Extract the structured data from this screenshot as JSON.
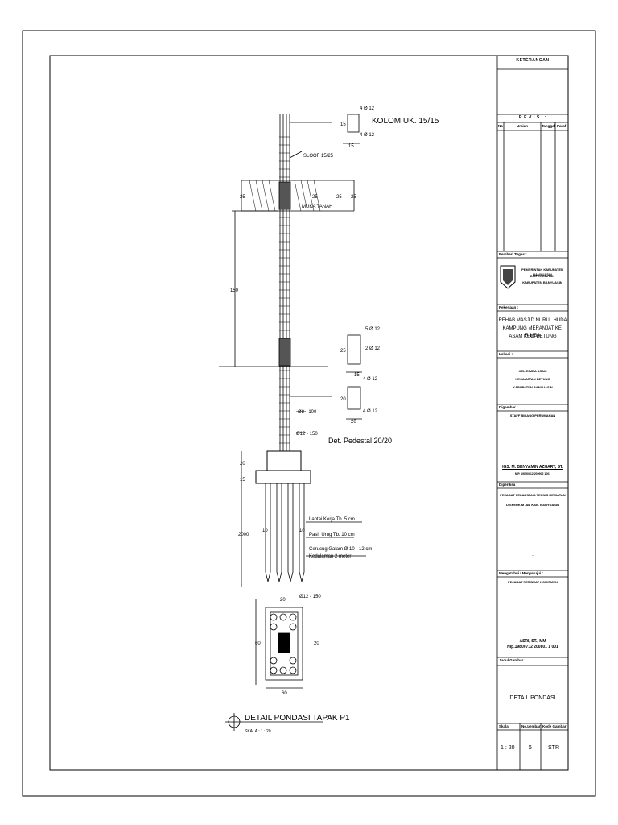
{
  "drawing": {
    "kolom_title": "KOLOM UK. 15/15",
    "kolom_bar_top": "4 Ø 12",
    "kolom_bar_bottom": "4 Ø 12",
    "kolom_dim_h": "15",
    "kolom_dim_w": "15",
    "sloof": "SLOOF 15/25",
    "muka_tanah": "MUKA TANAH",
    "dim_25_a": "25",
    "dim_25_b": "25",
    "dim_25_c": "25",
    "dim_25_d": "25",
    "dim_150": "150",
    "ped_bar_top": "5 Ø 12",
    "ped_bar_mid": "2 Ø 12",
    "ped_dim_25": "25",
    "ped_dim_15": "15",
    "ped2_bar_top": "4 Ø 12",
    "ped2_bar_bottom": "4 Ø 12",
    "ped2_dim_20": "20",
    "ped2_dim_20b": "20",
    "stirrup": "Ø8 - 100",
    "bar_spacing": "Ø12 - 150",
    "pedestal_title": "Det. Pedestal 20/20",
    "dim_20": "20",
    "dim_15": "15",
    "dim_2000": "2000",
    "dim_10a": "10",
    "dim_10b": "10",
    "lantai_kerja": "Lantai Kerja Tb. 5 cm",
    "pasir_urug": "Pasir Urug Tb. 10 cm",
    "cerucuk_1": "Cerucug Galam Ø 10 - 12 cm",
    "cerucuk_2": "Kedalaman 2 meter",
    "plan_spacing": "Ø12 - 150",
    "plan_dim_20top": "20",
    "plan_dim_60left": "60",
    "plan_dim_20right": "20",
    "plan_dim_60bottom": "60",
    "detail_title": "DETAIL PONDASI TAPAK P1",
    "detail_scale": "SKALA : 1 : 20"
  },
  "title_block": {
    "keterangan": "KETERANGAN",
    "revisi": "R E V I S I :",
    "rev_cols": [
      "No",
      "Uraian",
      "Tanggal",
      "Paraf"
    ],
    "pemberi_tugas": "Pemberi Tugas :",
    "owner_1": "PEMERINTAH KABUPATEN BANYUASIN",
    "owner_2": "DISPERKIMTAN",
    "owner_3": "KABUPATEN BANYUASIN",
    "pekerjaan_label": "Pekerjaan :",
    "pekerjaan_1": "REHAB MASJID NURUL HUDA",
    "pekerjaan_2": "KAMPUNG MERANJAT KE. RIMBA",
    "pekerjaan_3": "ASAM KEC. BETUNG",
    "lokasi_label": "Lokasi :",
    "lokasi_1": "KEL.RIMBA ASAM",
    "lokasi_2": "KECAMATAN BETUNG",
    "lokasi_3": "KABUPATEN BANYUASIN",
    "digambar_label": "Digambar :",
    "digambar_1": "STAFF BIDANG PERUMAHAN",
    "digambar_name": "IGS. M. BENYAMIN AZHARY, ST.",
    "digambar_nip": "NIP. 19850812 200902 1003",
    "diperiksa_label": "Diperiksa :",
    "diperiksa_1": "PEJABAT PELAKSANA TEKNIS KEGIATAN",
    "diperiksa_2": "DISPERKIMTAN KAB. BANYUASIN",
    "diperiksa_mark": "-",
    "mengetahui_label": "Mengetahui / Menyetujui :",
    "mengetahui_1": "PEJABAT PEMBUAT KOMITMEN",
    "mengetahui_name": "ASRI, ST., MM",
    "mengetahui_nip": "Nip.19800712 200801 1 001",
    "judul_label": "Judul Gambar :",
    "judul": "DETAIL PONDASI",
    "skala_label": "Skala",
    "lembar_label": "No.Lembar",
    "kode_label": "Kode Gambar",
    "skala": "1 : 20",
    "lembar": "6",
    "kode": "STR"
  }
}
